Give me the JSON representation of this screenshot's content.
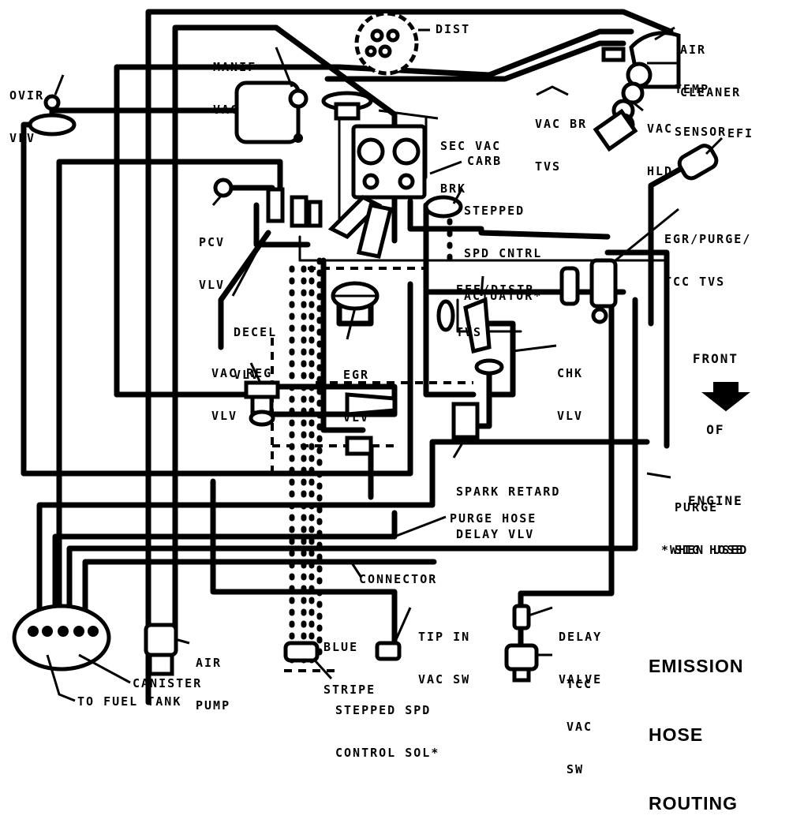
{
  "diagram": {
    "title": [
      "EMISSION",
      "HOSE",
      "ROUTING"
    ],
    "front_of_engine": [
      "FRONT",
      "OF",
      "ENGINE"
    ],
    "labels": {
      "ovir_vlv": [
        "OVIR",
        "VLV"
      ],
      "manif_vac": [
        "MANIF",
        "VAC"
      ],
      "dist": "DIST",
      "air_cleaner": [
        "AIR",
        "CLEANER"
      ],
      "temp_sensor": [
        "TEMP",
        "SENSOR"
      ],
      "vac_br_tvs": [
        "VAC BR",
        "TVS"
      ],
      "vac_hld": [
        "VAC",
        "HLD"
      ],
      "sec_vac_brk": [
        "SEC VAC",
        "BRK"
      ],
      "carb": "CARB",
      "stepped_spd_actuator": [
        "STEPPED",
        "SPD CNTRL",
        "ACTUATOR*"
      ],
      "efi": "EFI",
      "egr_purge_tcc_tvs": [
        "EGR/PURGE/",
        "TCC TVS"
      ],
      "pcv_vlv": [
        "PCV",
        "VLV"
      ],
      "efe_dist_tvs": [
        "EFE/DISTR",
        "TVS"
      ],
      "decel_vlv": [
        "DECEL",
        "VLV"
      ],
      "vac_reg_vlv": [
        "VAC REG",
        "VLV"
      ],
      "egr_vlv": [
        "EGR",
        "VLV"
      ],
      "chk_vlv": [
        "CHK",
        "VLV"
      ],
      "spark_retard": [
        "SPARK RETARD",
        "DELAY VLV"
      ],
      "purge_sig_hose": [
        "PURGE",
        "SIG HOSE"
      ],
      "purge_hose": "PURGE HOSE",
      "when_used": "*WHEN USED",
      "connector": "CONNECTOR",
      "blue_stripe": [
        "BLUE",
        "STRIPE"
      ],
      "tip_in_vac_sw": [
        "TIP IN",
        "VAC SW"
      ],
      "delay_valve": [
        "DELAY",
        "VALVE"
      ],
      "tcc_vac_sw": [
        "TCC",
        "VAC",
        "SW"
      ],
      "air_pump": [
        "AIR",
        "PUMP"
      ],
      "canister": "CANISTER",
      "to_fuel_tank": "TO FUEL TANK",
      "stepped_spd_sol": [
        "STEPPED SPD",
        "CONTROL SOL*"
      ]
    }
  }
}
